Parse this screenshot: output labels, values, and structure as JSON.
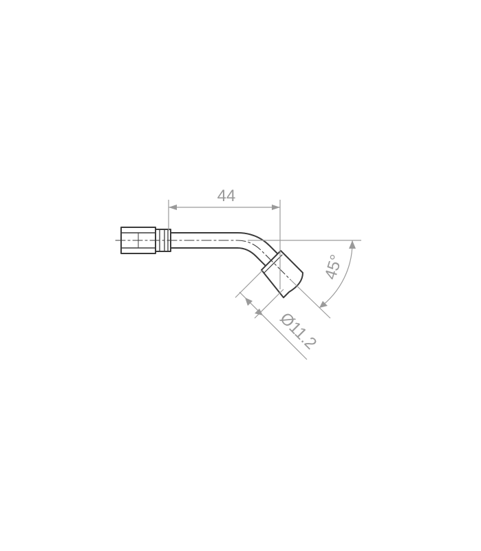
{
  "dimensions": {
    "length": "44",
    "angle": "45°",
    "diameter": "Ø11.2"
  },
  "colors": {
    "part": "#3a3a3a",
    "dimension": "#9a9a9a",
    "background": "#ffffff"
  }
}
